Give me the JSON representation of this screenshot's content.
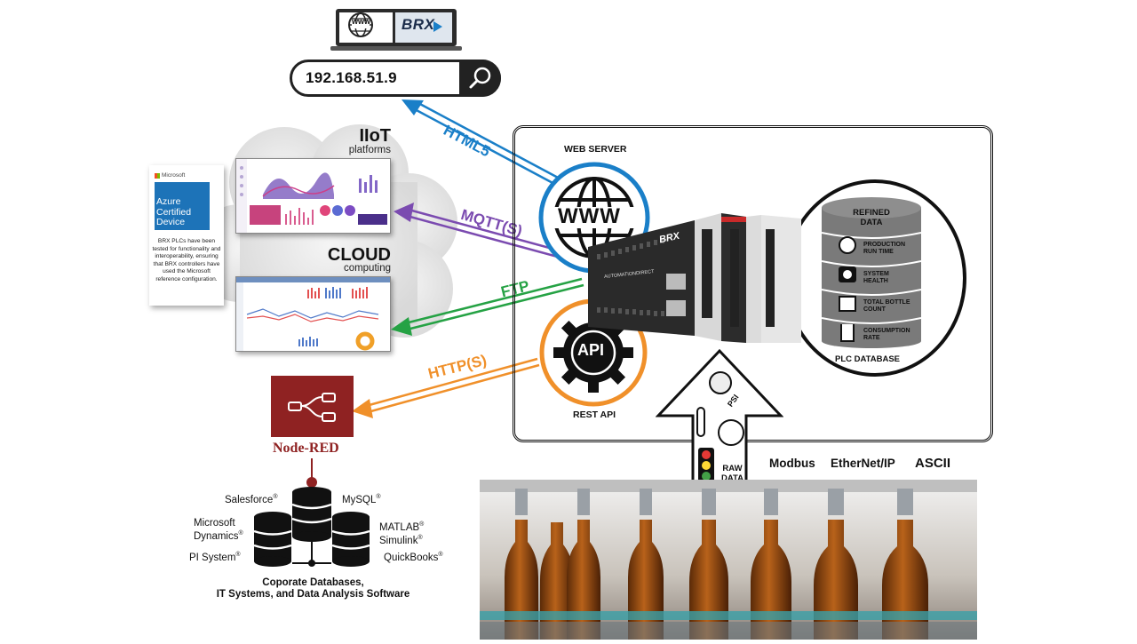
{
  "laptop": {
    "screen_left_icon": "www",
    "screen_right_text": "BRX"
  },
  "search": {
    "value": "192.168.51.9",
    "icon": "search-icon"
  },
  "arrows": {
    "html5": "HTML5",
    "mqtt": "MQTT(S)",
    "ftp": "FTP",
    "http": "HTTP(S)"
  },
  "colors": {
    "html5": "#1a7fc8",
    "mqtt": "#7b4bb0",
    "ftp": "#25a244",
    "http": "#f0902a",
    "node_red": "#8f2222"
  },
  "iiot": {
    "title": "IIoT",
    "subtitle": "platforms"
  },
  "cloud": {
    "title": "CLOUD",
    "subtitle": "computing"
  },
  "azure": {
    "brand": "Microsoft",
    "badge_lines": [
      "Azure",
      "Certified",
      "Device"
    ],
    "description": "BRX PLCs have been tested for functionality and interoperability, ensuring that BRX controllers have used the Microsoft reference configuration."
  },
  "main": {
    "web_server_label": "WEB SERVER",
    "www_text": "WWW",
    "api_text": "API",
    "rest_api_label": "REST API",
    "plc_brand": "BRX",
    "plc_maker": "AUTOMATIONDIRECT",
    "refined_data_title": [
      "REFINED",
      "DATA"
    ],
    "refined_items": [
      {
        "lines": [
          "PRODUCTION",
          "RUN TIME"
        ],
        "icon": "clock-icon"
      },
      {
        "lines": [
          "SYSTEM",
          "HEALTH"
        ],
        "icon": "health-icon"
      },
      {
        "lines": [
          "TOTAL BOTTLE",
          "COUNT"
        ],
        "icon": "abacus-icon"
      },
      {
        "lines": [
          "CONSUMPTION",
          "RATE"
        ],
        "icon": "beaker-icon"
      }
    ],
    "plc_database_label": "PLC DATABASE",
    "raw_data": [
      "RAW",
      "DATA"
    ],
    "psi_label": "PSI"
  },
  "protocols": [
    "Modbus",
    "EtherNet/IP",
    "ASCII"
  ],
  "node_red": {
    "label": "Node-RED"
  },
  "databases": {
    "items": [
      {
        "name": "Salesforce",
        "reg": "®"
      },
      {
        "name": "MySQL",
        "reg": "®"
      },
      {
        "name": "Microsoft",
        "line2": "Dynamics",
        "reg": "®"
      },
      {
        "name": "MATLAB",
        "reg": "®",
        "line2": "Simulink",
        "reg2": "®"
      },
      {
        "name": "PI System",
        "reg": "®"
      },
      {
        "name": "QuickBooks",
        "reg": "®"
      }
    ],
    "caption_lines": [
      "Coporate Databases,",
      "IT Systems, and Data Analysis Software"
    ]
  }
}
